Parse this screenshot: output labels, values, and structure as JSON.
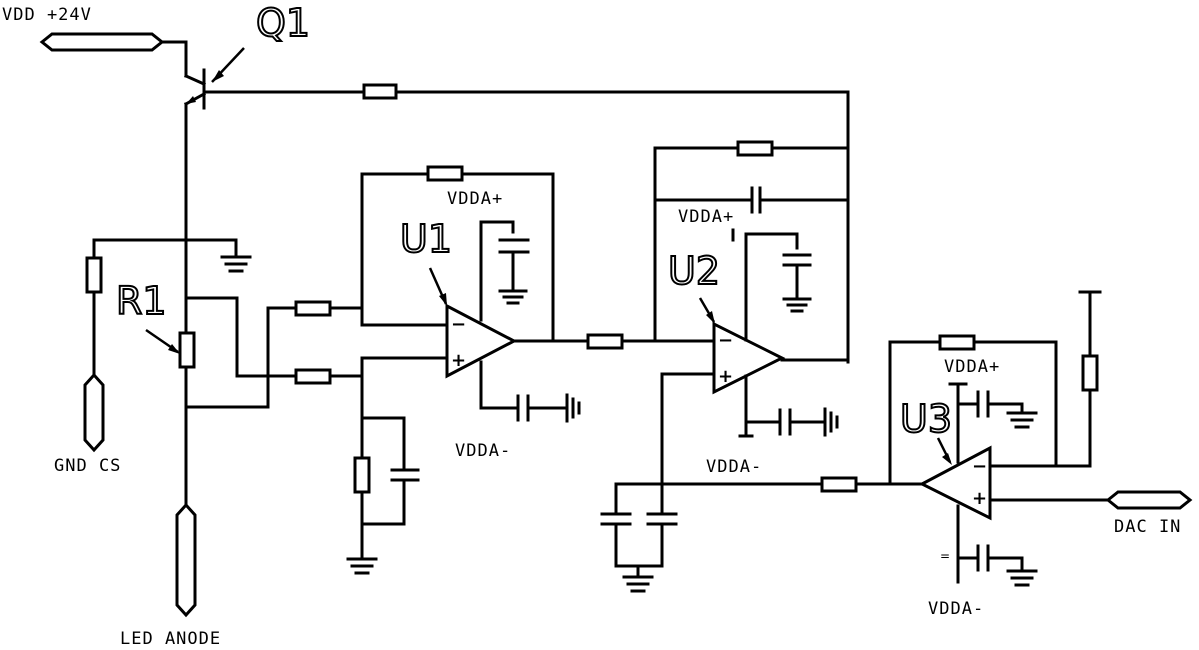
{
  "nets": {
    "vdd": "VDD +24V",
    "gnd_cs": "GND CS",
    "led_anode": "LED ANODE",
    "dac_in": "DAC IN"
  },
  "refs": {
    "q1": "Q1",
    "r1": "R1",
    "u1": "U1",
    "u2": "U2",
    "u3": "U3"
  },
  "rails": {
    "u1_pos": "VDDA+",
    "u1_neg": "VDDA-",
    "u2_pos": "VDDA+",
    "u2_neg": "VDDA-",
    "u3_pos": "VDDA+",
    "u3_neg": "VDDA-"
  },
  "pins": {
    "minus": "−",
    "plus": "+"
  }
}
